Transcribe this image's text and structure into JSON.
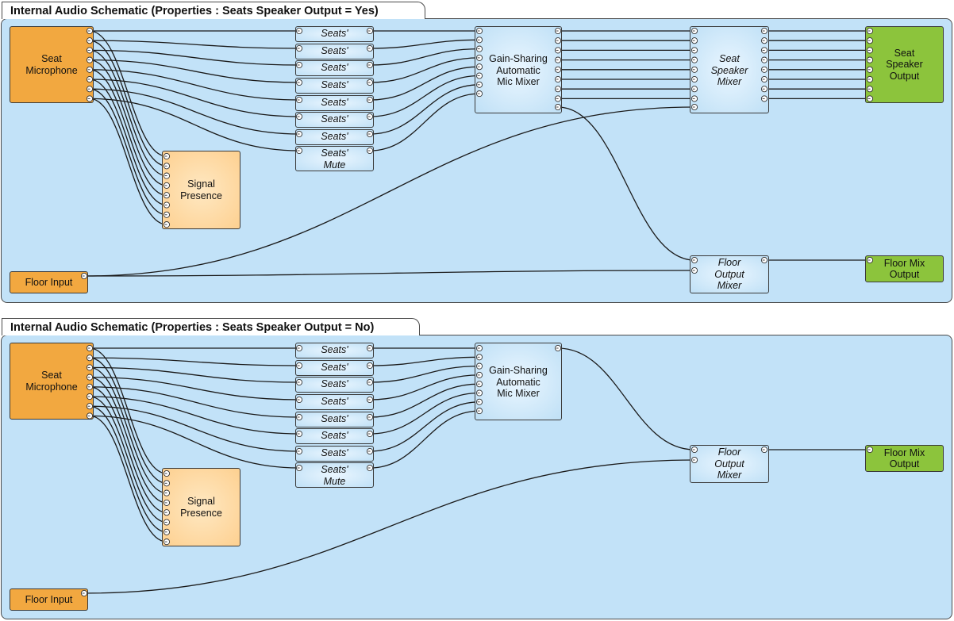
{
  "schematics": [
    {
      "title": "Internal Audio Schematic (Properties : Seats Speaker Output = Yes)",
      "blocks": {
        "seat_microphone": "Seat\nMicrophone",
        "signal_presence": "Signal\nPresence",
        "seats_mute": [
          "Seats'\nMute",
          "Seats'\nMute",
          "Seats'\nMute",
          "Seats'\nMute",
          "Seats'\nMute",
          "Seats'\nMute",
          "Seats'\nMute",
          "Seats'\nMute"
        ],
        "mic_mixer": "Gain-Sharing\nAutomatic\nMic Mixer",
        "seat_speaker_mixer": "Seat\nSpeaker\nMixer",
        "seat_speaker_output": "Seat\nSpeaker\nOutput",
        "floor_input": "Floor Input",
        "floor_output_mixer": "Floor\nOutput\nMixer",
        "floor_mix_output": "Floor Mix\nOutput"
      }
    },
    {
      "title": "Internal Audio Schematic (Properties : Seats Speaker Output = No)",
      "blocks": {
        "seat_microphone": "Seat\nMicrophone",
        "signal_presence": "Signal\nPresence",
        "seats_mute": [
          "Seats'\nMute",
          "Seats'\nMute",
          "Seats'\nMute",
          "Seats'\nMute",
          "Seats'\nMute",
          "Seats'\nMute",
          "Seats'\nMute",
          "Seats'\nMute"
        ],
        "mic_mixer": "Gain-Sharing\nAutomatic\nMic Mixer",
        "floor_input": "Floor Input",
        "floor_output_mixer": "Floor\nOutput\nMixer",
        "floor_mix_output": "Floor Mix\nOutput"
      }
    }
  ],
  "colors": {
    "panel_background": "#c2e2f8",
    "input_block": "#f2a840",
    "signal_block": "#fdd090",
    "processing_block": "#bfe0f6",
    "output_block": "#8cc43c",
    "wire": "#1a1a1a"
  }
}
